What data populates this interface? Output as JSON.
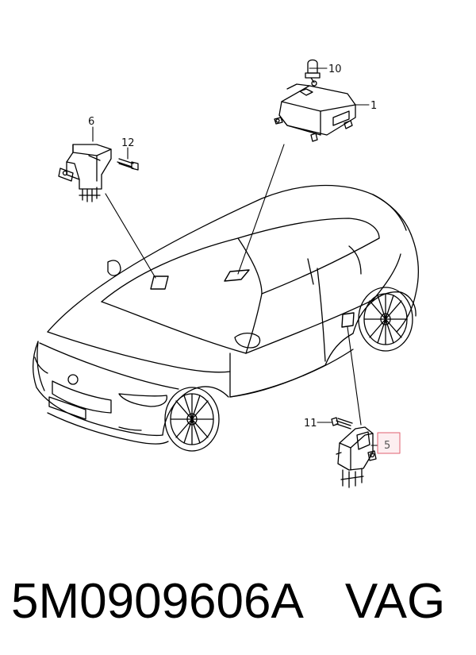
{
  "diagram": {
    "callouts": {
      "p1": "1",
      "p5": "5",
      "p6": "6",
      "p10": "10",
      "p11": "11",
      "p12": "12"
    },
    "highlight_color": "#e06070"
  },
  "caption": {
    "part_number": "5M0909606A",
    "brand": "VAG"
  }
}
